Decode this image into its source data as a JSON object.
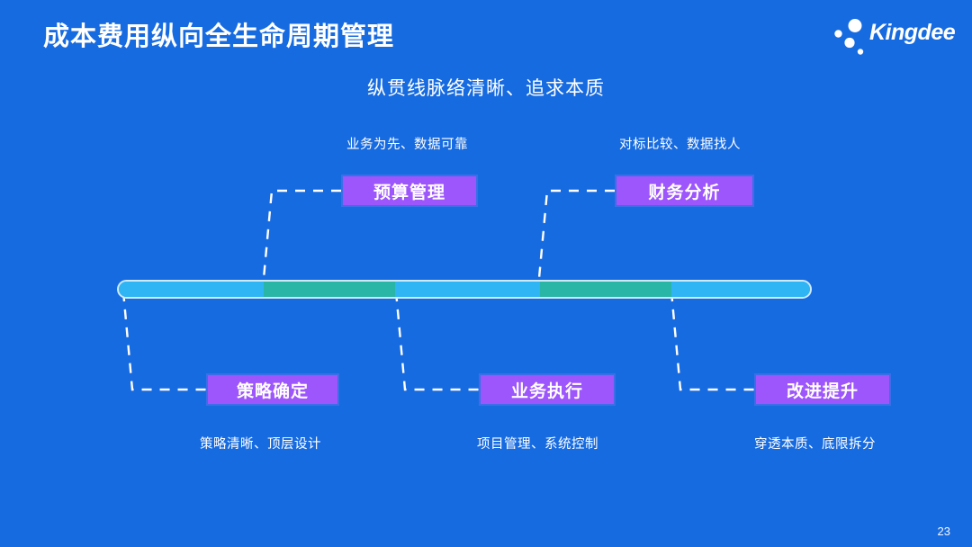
{
  "slide": {
    "background_color": "#176be0",
    "title": "成本费用纵向全生命周期管理",
    "subtitle": "纵贯线脉络清晰、追求本质",
    "page_number": "23"
  },
  "logo": {
    "name": "Kingdee",
    "text": "Kingdee",
    "dot_color": "#ffffff"
  },
  "colors": {
    "node_purple": "#9d55fc",
    "node_border": "#3a6fe8",
    "bar_cyan": "#2fb5f4",
    "bar_teal": "#29b6a6",
    "bar_outline": "#cfeafb",
    "dash_line": "#ffffff"
  },
  "timeline": {
    "segments": [
      {
        "name": "segment-1",
        "color": "#2fb5f4",
        "width_pct": 21
      },
      {
        "name": "segment-2",
        "color": "#29b6a6",
        "width_pct": 19
      },
      {
        "name": "segment-3",
        "color": "#2fb5f4",
        "width_pct": 21
      },
      {
        "name": "segment-4",
        "color": "#29b6a6",
        "width_pct": 19
      },
      {
        "name": "segment-5",
        "color": "#2fb5f4",
        "width_pct": 20
      }
    ]
  },
  "nodes_top": [
    {
      "label": "预算管理",
      "caption": "业务为先、数据可靠"
    },
    {
      "label": "财务分析",
      "caption": "对标比较、数据找人"
    }
  ],
  "nodes_bottom": [
    {
      "label": "策略确定",
      "caption": "策略清晰、顶层设计"
    },
    {
      "label": "业务执行",
      "caption": "项目管理、系统控制"
    },
    {
      "label": "改进提升",
      "caption": "穿透本质、底限拆分"
    }
  ]
}
